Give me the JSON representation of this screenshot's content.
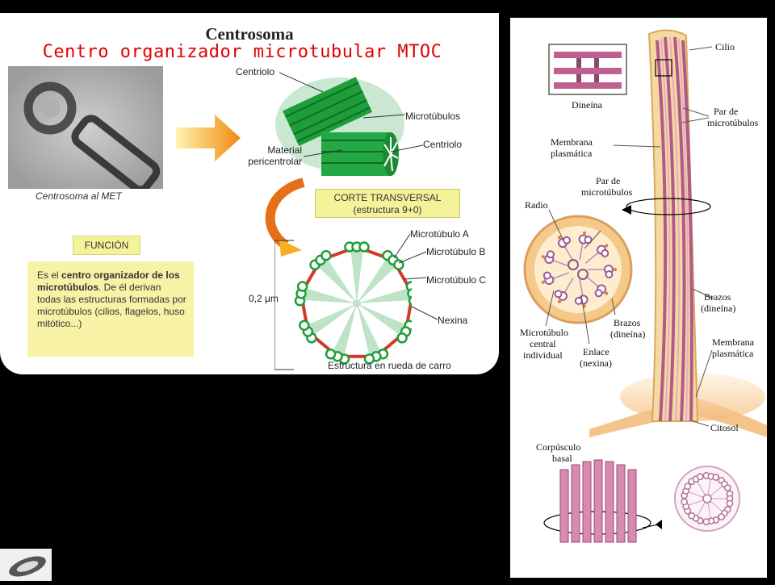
{
  "left": {
    "title": "Centrosoma",
    "subtitle": "Centro organizador microtubular MTOC",
    "met_caption": "Centrosoma al MET",
    "labels": {
      "centriolo_top": "Centriolo",
      "microtubulos": "Microtúbulos",
      "material1": "Material",
      "material2": "pericentrolar",
      "centriolo_right": "Centriolo",
      "corte1": "CORTE TRANSVERSAL",
      "corte2": "(estructura 9+0)",
      "microtubulo_a": "Microtúbulo A",
      "microtubulo_b": "Microtúbulo B",
      "microtubulo_c": "Microtúbulo C",
      "scale": "0,2 μm",
      "nexina": "Nexina",
      "rueda": "Estructura en rueda de carro"
    },
    "funcion": "FUNCIÓN",
    "desc": {
      "pre": "Es el ",
      "bold": "centro organizador de los microtúbulos",
      "post": ". De él derivan todas las estructuras formadas por microtúbulos (cilios, flagelos, huso mitótico...)"
    }
  },
  "right": {
    "labels": {
      "cilio": "Cilio",
      "dineina": "Dineína",
      "par1": "Par de",
      "par2": "microtúbulos",
      "membrana1": "Membrana",
      "membrana2": "plasmática",
      "pm_par1": "Par de",
      "pm_par2": "microtúbulos",
      "radio": "Radio",
      "brazos_dineina1": "Brazos",
      "brazos_dineina2": "(dineína)",
      "brazos2_1": "Brazos",
      "brazos2_2": "(dineína)",
      "mc1": "Microtúbulo",
      "mc2": "central",
      "mc3": "individual",
      "enlace1": "Enlace",
      "enlace2": "(nexina)",
      "membrana_b1": "Membrana",
      "membrana_b2": "plasmática",
      "citosol": "Citosol",
      "corpusculo1": "Corpúsculo",
      "corpusculo2": "basal"
    }
  },
  "colors": {
    "background": "#000000",
    "panel": "#ffffff",
    "subtitle": "#e00000",
    "green": "#1e9e3a",
    "yellow_box": "#f5f39a",
    "orange_arrow": "#f09a1a",
    "pink": "#c06090",
    "tan": "#f2c98a"
  }
}
